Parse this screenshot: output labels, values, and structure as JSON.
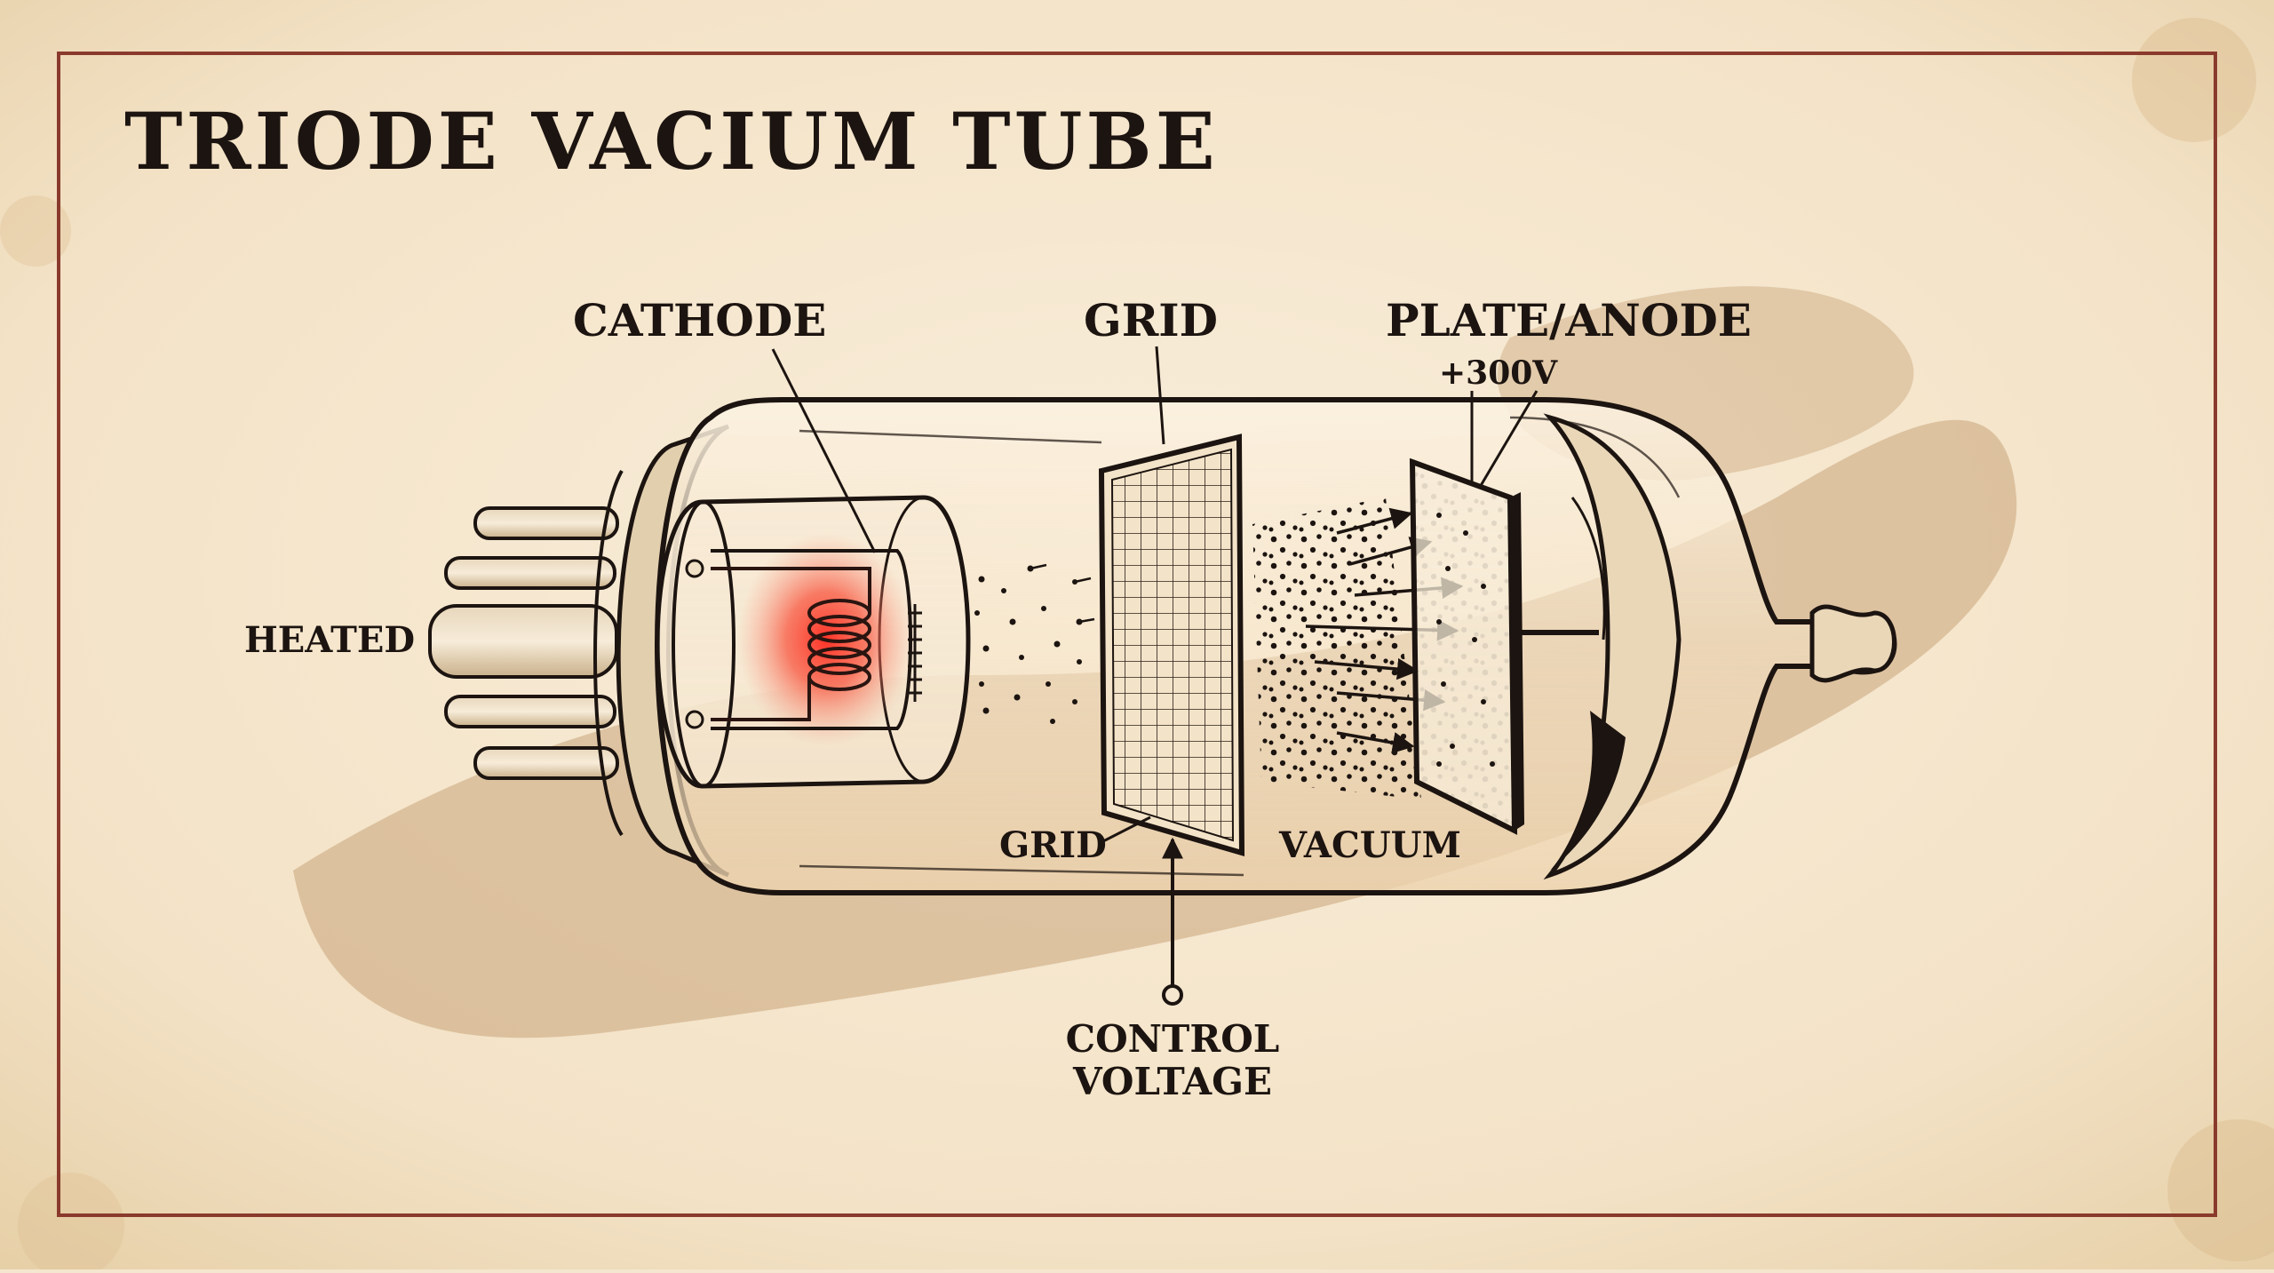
{
  "title": "TRIODE VACIUM TUBE",
  "labels": {
    "cathode": "CATHODE",
    "grid_top": "GRID",
    "plate_anode": "PLATE/ANODE",
    "plate_voltage": "+300V",
    "heated": "HEATED",
    "grid_bottom": "GRID",
    "vacuum": "VACUUM",
    "control_line1": "CONTROL",
    "control_line2": "VOLTAGE"
  },
  "colors": {
    "paper": "#f4e6cf",
    "frame": "#8a3a2c",
    "ink": "#1c1410",
    "heat_glow": "#f04a3a",
    "wash": "#c9a57a"
  }
}
